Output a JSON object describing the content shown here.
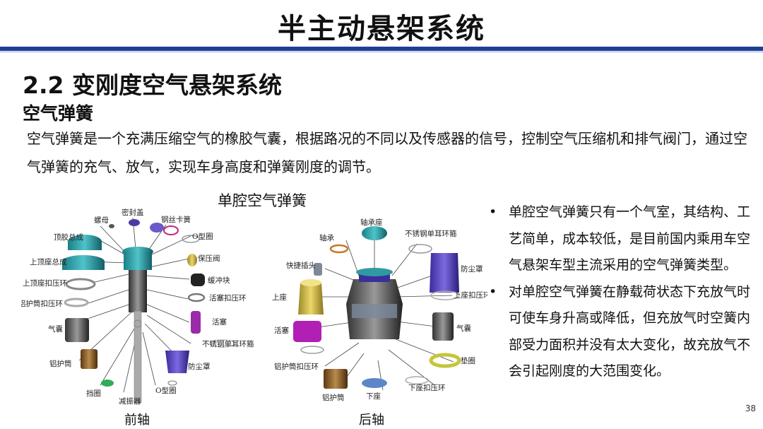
{
  "title": "半主动悬架系统",
  "section": "2.2 变刚度空气悬架系统",
  "subtitle": "空气弹簧",
  "paragraph": "空气弹簧是一个充满压缩空气的橡胶气囊，根据路况的不同以及传感器的信号，控制空气压缩机和排气阀门，通过空气弹簧的充气、放气，实现车身高度和弹簧刚度的调节。",
  "figure": {
    "title": "单腔空气弹簧",
    "front_caption": "前轴",
    "rear_caption": "后轴",
    "front_labels": {
      "nut": "螺母",
      "seal_cap": "密封盖",
      "steel_clip": "钢丝卡簧",
      "top_mount": "顶胶总成",
      "o_ring_top": "O型圈",
      "valve": "保压阀",
      "upper_seat": "上顶座总成",
      "bumper": "缓冲块",
      "upper_ring": "上顶座扣压环",
      "piston_ring": "活塞扣压环",
      "al_ring": "铝护筒扣压环",
      "piston": "活塞",
      "bellows": "气囊",
      "ss_clamp": "不锈钢单耳环箍",
      "al_sleeve": "铝护筒",
      "dust_cover": "防尘罩",
      "retainer": "挡圈",
      "o_ring_bottom": "O型圈",
      "damper": "减振器"
    },
    "rear_labels": {
      "bearing_seat": "轴承座",
      "bearing": "轴承",
      "ss_clamp": "不锈钢单耳环箍",
      "quick_connector": "快捷插头",
      "dust_cover": "防尘罩",
      "upper_ring": "上座扣压环",
      "upper_seat": "上座",
      "piston": "活塞",
      "bellows": "气囊",
      "pad": "垫圈",
      "al_ring": "铝护筒扣压环",
      "lower_ring": "下座扣压环",
      "al_sleeve": "铝护筒",
      "lower_seat": "下座"
    }
  },
  "bullets": [
    "单腔空气弹簧只有一个气室，其结构、工艺简单，成本较低，是目前国内乘用车空气悬架车型主流采用的空气弹簧类型。",
    "对单腔空气弹簧在静载荷状态下充放气时可使车身升高或降低，但充放气时空簧内部受力面积并没有太大变化，故充放气不会引起刚度的大范围变化。"
  ],
  "page_number": "38",
  "colors": {
    "accent": "#1f3f94"
  }
}
